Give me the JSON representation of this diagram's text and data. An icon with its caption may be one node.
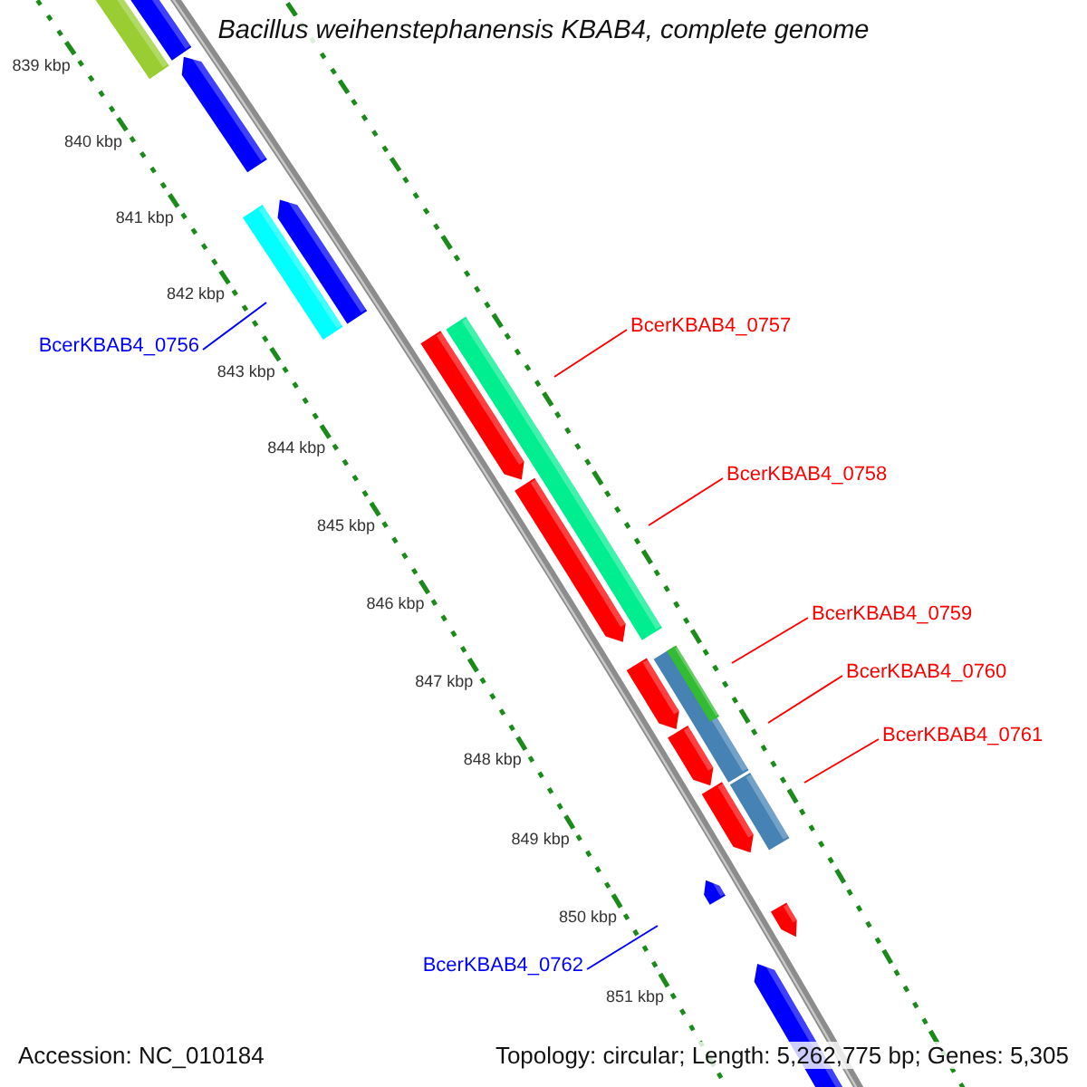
{
  "diagram": {
    "title": "Bacillus weihenstephanensis KBAB4, complete genome",
    "nodes": [
      {
        "text": [
          "BcerKBAB4_0756"
        ]
      },
      {
        "text": [
          "BcerKBAB4_0757"
        ]
      },
      {
        "text": [
          "BcerKBAB4_0758"
        ]
      },
      {
        "text": [
          "BcerKBAB4_0759"
        ]
      },
      {
        "text": [
          "BcerKBAB4_0760"
        ]
      },
      {
        "text": [
          "BcerKBAB4_0761"
        ]
      },
      {
        "text": [
          "BcerKBAB4_0762"
        ]
      }
    ],
    "edges": [
      {
        "from": 0,
        "to": null,
        "arrow": "none",
        "color": "#0000ff"
      },
      {
        "from": 1,
        "to": null,
        "arrow": "none"
      },
      {
        "from": 2,
        "to": null,
        "arrow": "none"
      },
      {
        "from": 3,
        "to": null,
        "arrow": "none"
      },
      {
        "from": 4,
        "to": null,
        "arrow": "none"
      },
      {
        "from": 5,
        "to": null,
        "arrow": "none"
      },
      {
        "from": 6,
        "to": null,
        "arrow": "none",
        "color": "#0000ff"
      }
    ],
    "labels": [
      "839 kbp",
      "840 kbp",
      "841 kbp",
      "842 kbp",
      "843 kbp",
      "844 kbp",
      "845 kbp",
      "846 kbp",
      "847 kbp",
      "848 kbp",
      "849 kbp",
      "850 kbp",
      "851 kbp",
      "Accession: NC_010184",
      "Topology: circular; Length: 5,262,775 bp; Genes: 5,305"
    ]
  }
}
